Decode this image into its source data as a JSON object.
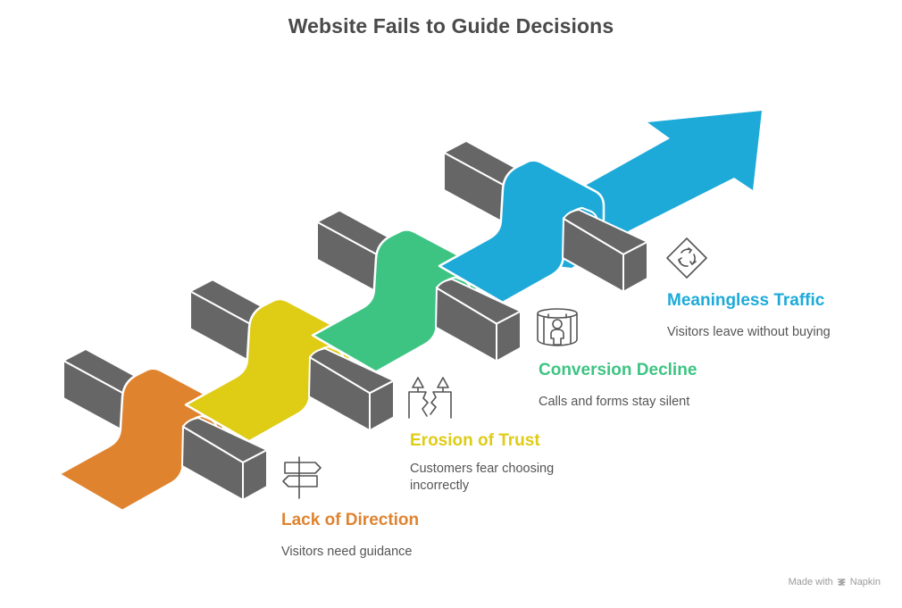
{
  "title": "Website Fails to Guide Decisions",
  "colors": {
    "block": "#666666",
    "outline": "#ffffff",
    "icon": "#555555"
  },
  "steps": [
    {
      "title": "Lack of Direction",
      "description": "Visitors need guidance",
      "color": "#DF832F",
      "icon": "signpost-icon"
    },
    {
      "title": "Erosion of Trust",
      "description": "Customers fear choosing incorrectly",
      "color": "#DFCC15",
      "icon": "broken-bridge-icon"
    },
    {
      "title": "Conversion Decline",
      "description": "Calls and forms stay silent",
      "color": "#3DC483",
      "icon": "person-in-cage-icon"
    },
    {
      "title": "Meaningless Traffic",
      "description": "Visitors leave without buying",
      "color": "#1EAAD9",
      "icon": "roundabout-sign-icon"
    }
  ],
  "footer": {
    "made_with": "Made with",
    "brand": "Napkin"
  }
}
